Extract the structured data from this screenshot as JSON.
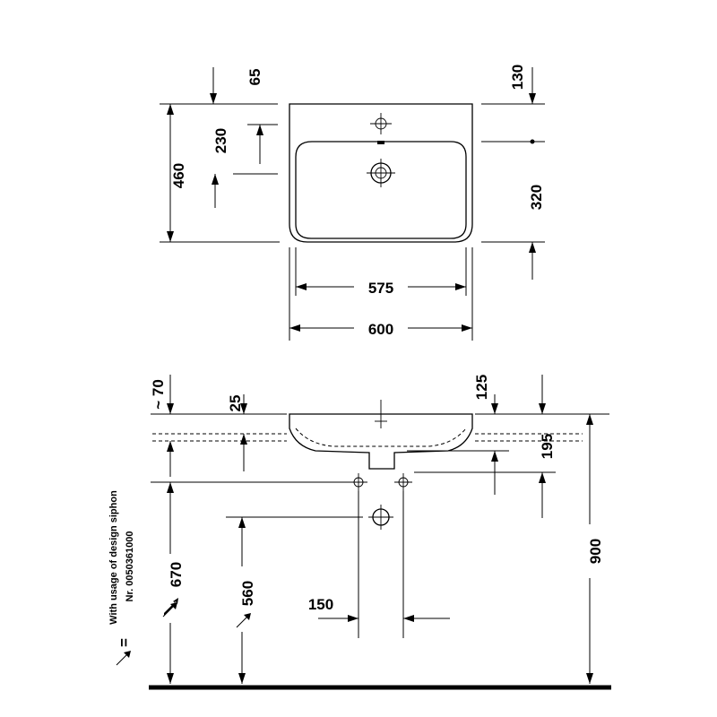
{
  "top_view": {
    "dims": {
      "d65": "65",
      "d130": "130",
      "d230": "230",
      "d460": "460",
      "d320": "320",
      "d575": "575",
      "d600": "600"
    }
  },
  "side_view": {
    "dims": {
      "d70": "~ 70",
      "d25": "25",
      "d125": "125",
      "d195": "195",
      "d670": "670",
      "d560": "560",
      "d150": "150",
      "d900": "900"
    }
  },
  "note": {
    "line1": "With usage of design siphon",
    "line2": "Nr. 0050361000"
  }
}
